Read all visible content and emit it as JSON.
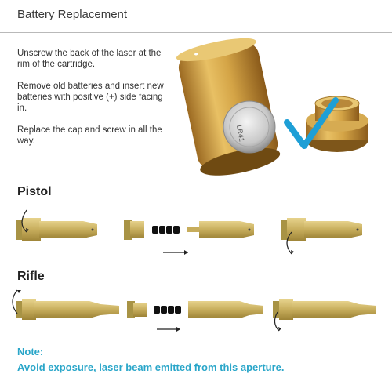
{
  "header": {
    "title": "Battery Replacement"
  },
  "instructions": [
    "Unscrew the back of the laser at the rim of the cartridge.",
    "Remove old batteries and insert new batteries with positive (+) side facing in.",
    "Replace the cap and screw in all the way."
  ],
  "battery_label": "LR41",
  "sections": {
    "pistol": "Pistol",
    "rifle": "Rifle"
  },
  "note": {
    "title": "Note:",
    "text": "Avoid exposure, laser beam emitted from this aperture."
  },
  "colors": {
    "brass": "#c7a24a",
    "accent": "#2aa6c9",
    "check": "#1e9fd6"
  }
}
